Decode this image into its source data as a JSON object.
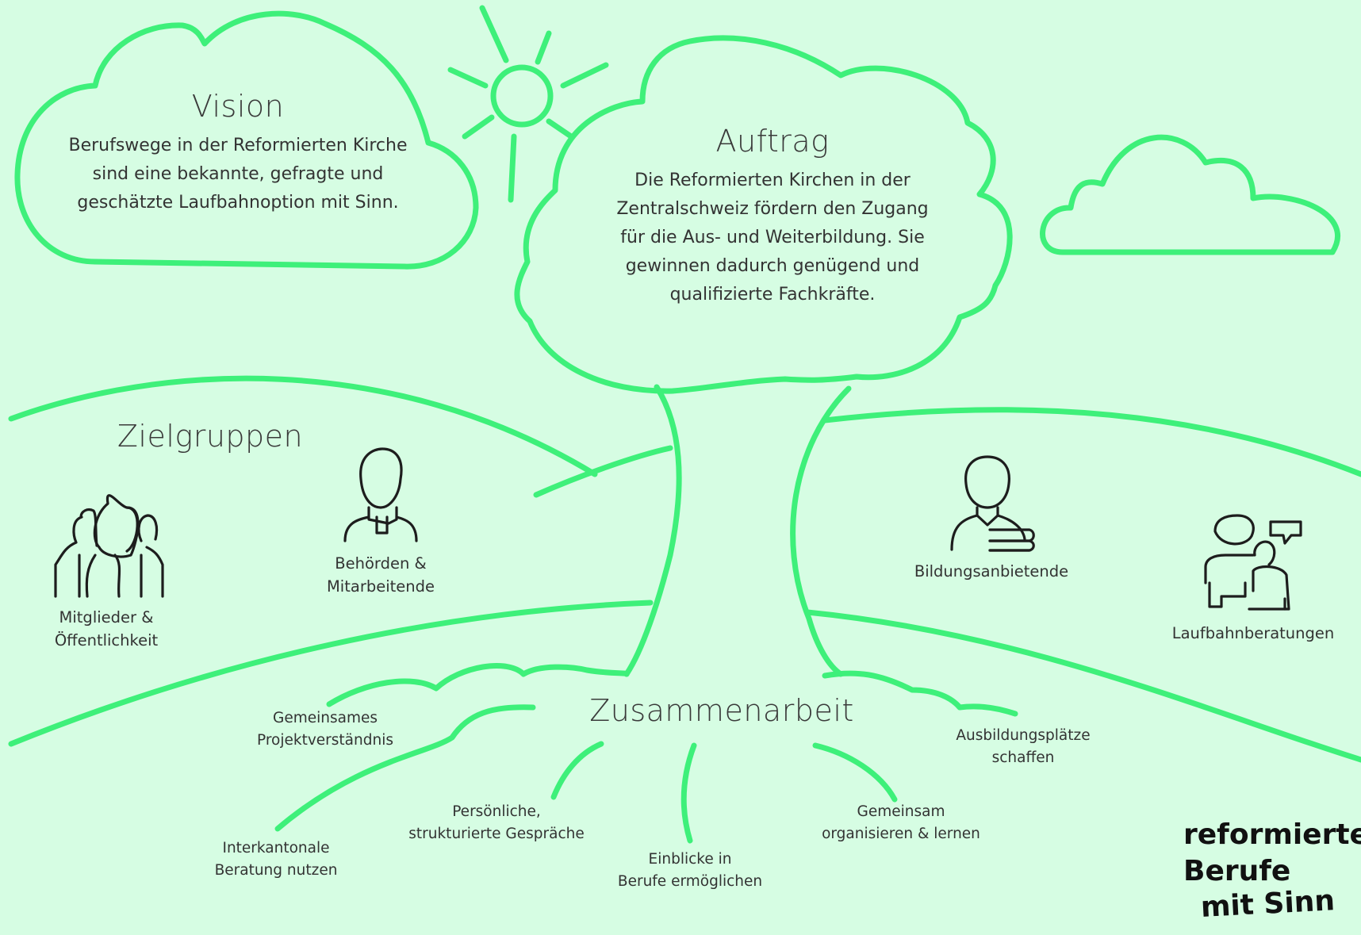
{
  "vision": {
    "title": "Vision",
    "lines": [
      "Berufswege in der Reformierten Kirche",
      "sind eine bekannte, gefragte und",
      "geschätzte Laufbahnoption mit Sinn."
    ]
  },
  "auftrag": {
    "title": "Auftrag",
    "lines": [
      "Die Reformierten Kirchen in der",
      "Zentralschweiz fördern den Zugang",
      "für die Aus- und Weiterbildung. Sie",
      "gewinnen dadurch genügend und",
      "qualifizierte Fachkräfte."
    ]
  },
  "zielgruppen": {
    "title": "Zielgruppen",
    "groups": [
      {
        "lines": [
          "Mitglieder &",
          "Öffentlichkeit"
        ],
        "icon": "family-icon"
      },
      {
        "lines": [
          "Behörden &",
          "Mitarbeitende"
        ],
        "icon": "clergy-person-icon"
      },
      {
        "lines": [
          "Bildungsanbietende"
        ],
        "icon": "teacher-books-icon"
      },
      {
        "lines": [
          "Laufbahnberatungen"
        ],
        "icon": "counseling-icon"
      }
    ]
  },
  "zusammenarbeit": {
    "title": "Zusammenarbeit",
    "items": [
      {
        "lines": [
          "Gemeinsames",
          "Projektverständnis"
        ]
      },
      {
        "lines": [
          "Interkantonale",
          "Beratung nutzen"
        ]
      },
      {
        "lines": [
          "Persönliche,",
          "strukturierte Gespräche"
        ]
      },
      {
        "lines": [
          "Einblicke in",
          "Berufe ermöglichen"
        ]
      },
      {
        "lines": [
          "Gemeinsam",
          "organisieren & lernen"
        ]
      },
      {
        "lines": [
          "Ausbildungsplätze",
          "schaffen"
        ]
      }
    ]
  },
  "logo": {
    "line1": "reformierte",
    "line2": "Berufe",
    "line3": "mit Sinn"
  },
  "colors": {
    "background": "#d6fde3",
    "stroke": "#3ef07a",
    "icon": "#1d1d1d"
  }
}
